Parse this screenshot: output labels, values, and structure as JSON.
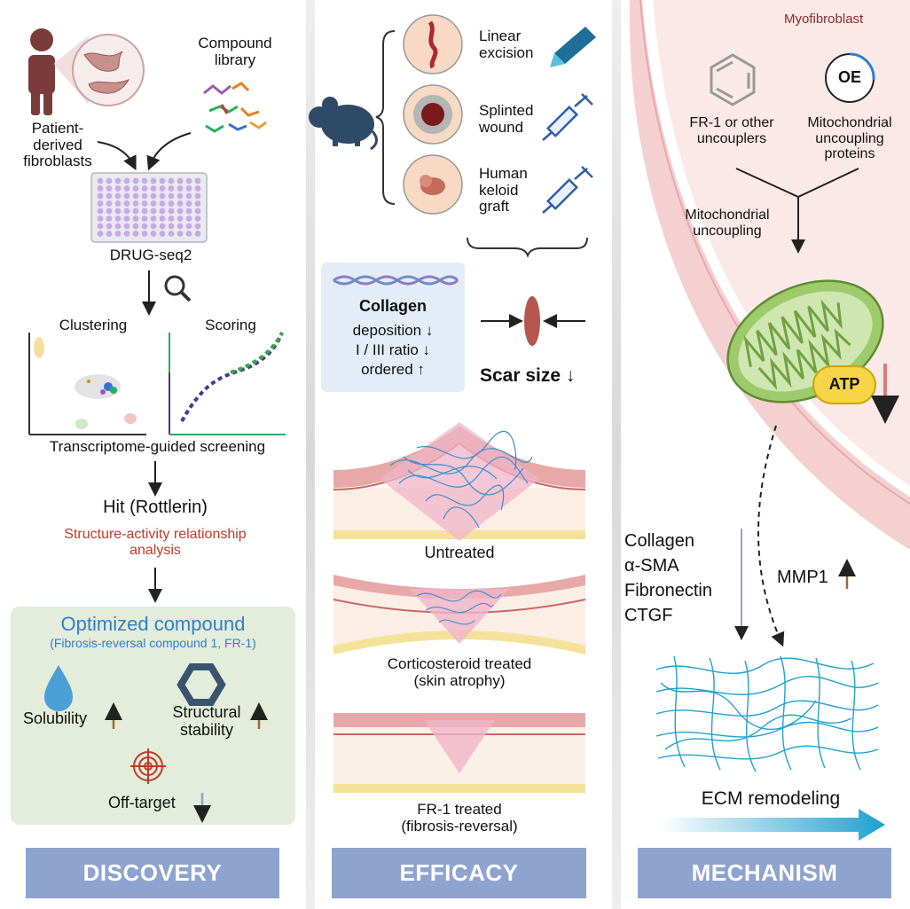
{
  "discovery": {
    "patient_lines": [
      "Patient-",
      "derived",
      "fibroblasts"
    ],
    "library_lines": [
      "Compound",
      "library"
    ],
    "plate_label": "DRUG-seq2",
    "clustering": "Clustering",
    "scoring": "Scoring",
    "screening": "Transcriptome-guided screening",
    "hit": "Hit (Rottlerin)",
    "sar_lines": [
      "Structure-activity relationship",
      "analysis"
    ],
    "optimized": "Optimized compound",
    "optimized_sub": "(Fibrosis-reversal compound 1, FR-1)",
    "solubility": "Solubility",
    "stability_lines": [
      "Structural",
      "stability"
    ],
    "offtarget": "Off-target",
    "panel_label": "DISCOVERY"
  },
  "efficacy": {
    "linear": [
      "Linear",
      "excision"
    ],
    "splinted": [
      "Splinted",
      "wound"
    ],
    "keloid": [
      "Human",
      "keloid",
      "graft"
    ],
    "collagen_title": "Collagen",
    "collagen_lines": [
      "deposition ↓",
      "I / III ratio ↓",
      "ordered ↑"
    ],
    "scar": "Scar size ↓",
    "untreated": "Untreated",
    "cortico_lines": [
      "Corticosteroid treated",
      "(skin atrophy)"
    ],
    "fr1_lines": [
      "FR-1 treated",
      "(fibrosis-reversal)"
    ],
    "panel_label": "EFFICACY"
  },
  "mechanism": {
    "cell": "Myofibroblast",
    "fr1_lines": [
      "FR-1 or other",
      "uncouplers"
    ],
    "oe": "OE",
    "mito_lines": [
      "Mitochondrial",
      "uncoupling",
      "proteins"
    ],
    "uncoupling_lines": [
      "Mitochondrial",
      "uncoupling"
    ],
    "atp": "ATP",
    "markers": [
      "Collagen",
      "α-SMA",
      "Fibronectin",
      "CTGF"
    ],
    "mmp1": "MMP1",
    "ecm": "ECM remodeling",
    "panel_label": "MECHANISM"
  },
  "colors": {
    "accent_red": "#c0392b",
    "accent_blue": "#2f7fc9",
    "panel_button": "#8fa3cf",
    "mito_green": "#8cc152",
    "atp_yellow": "#f5d547",
    "ecm_blue": "#1fa0d0"
  },
  "icons": [
    "person-icon",
    "magnifier-icon",
    "mouse-icon",
    "pen-icon",
    "syringe-icon",
    "benzene-icon",
    "droplet-icon",
    "hexagon-icon",
    "target-icon"
  ]
}
